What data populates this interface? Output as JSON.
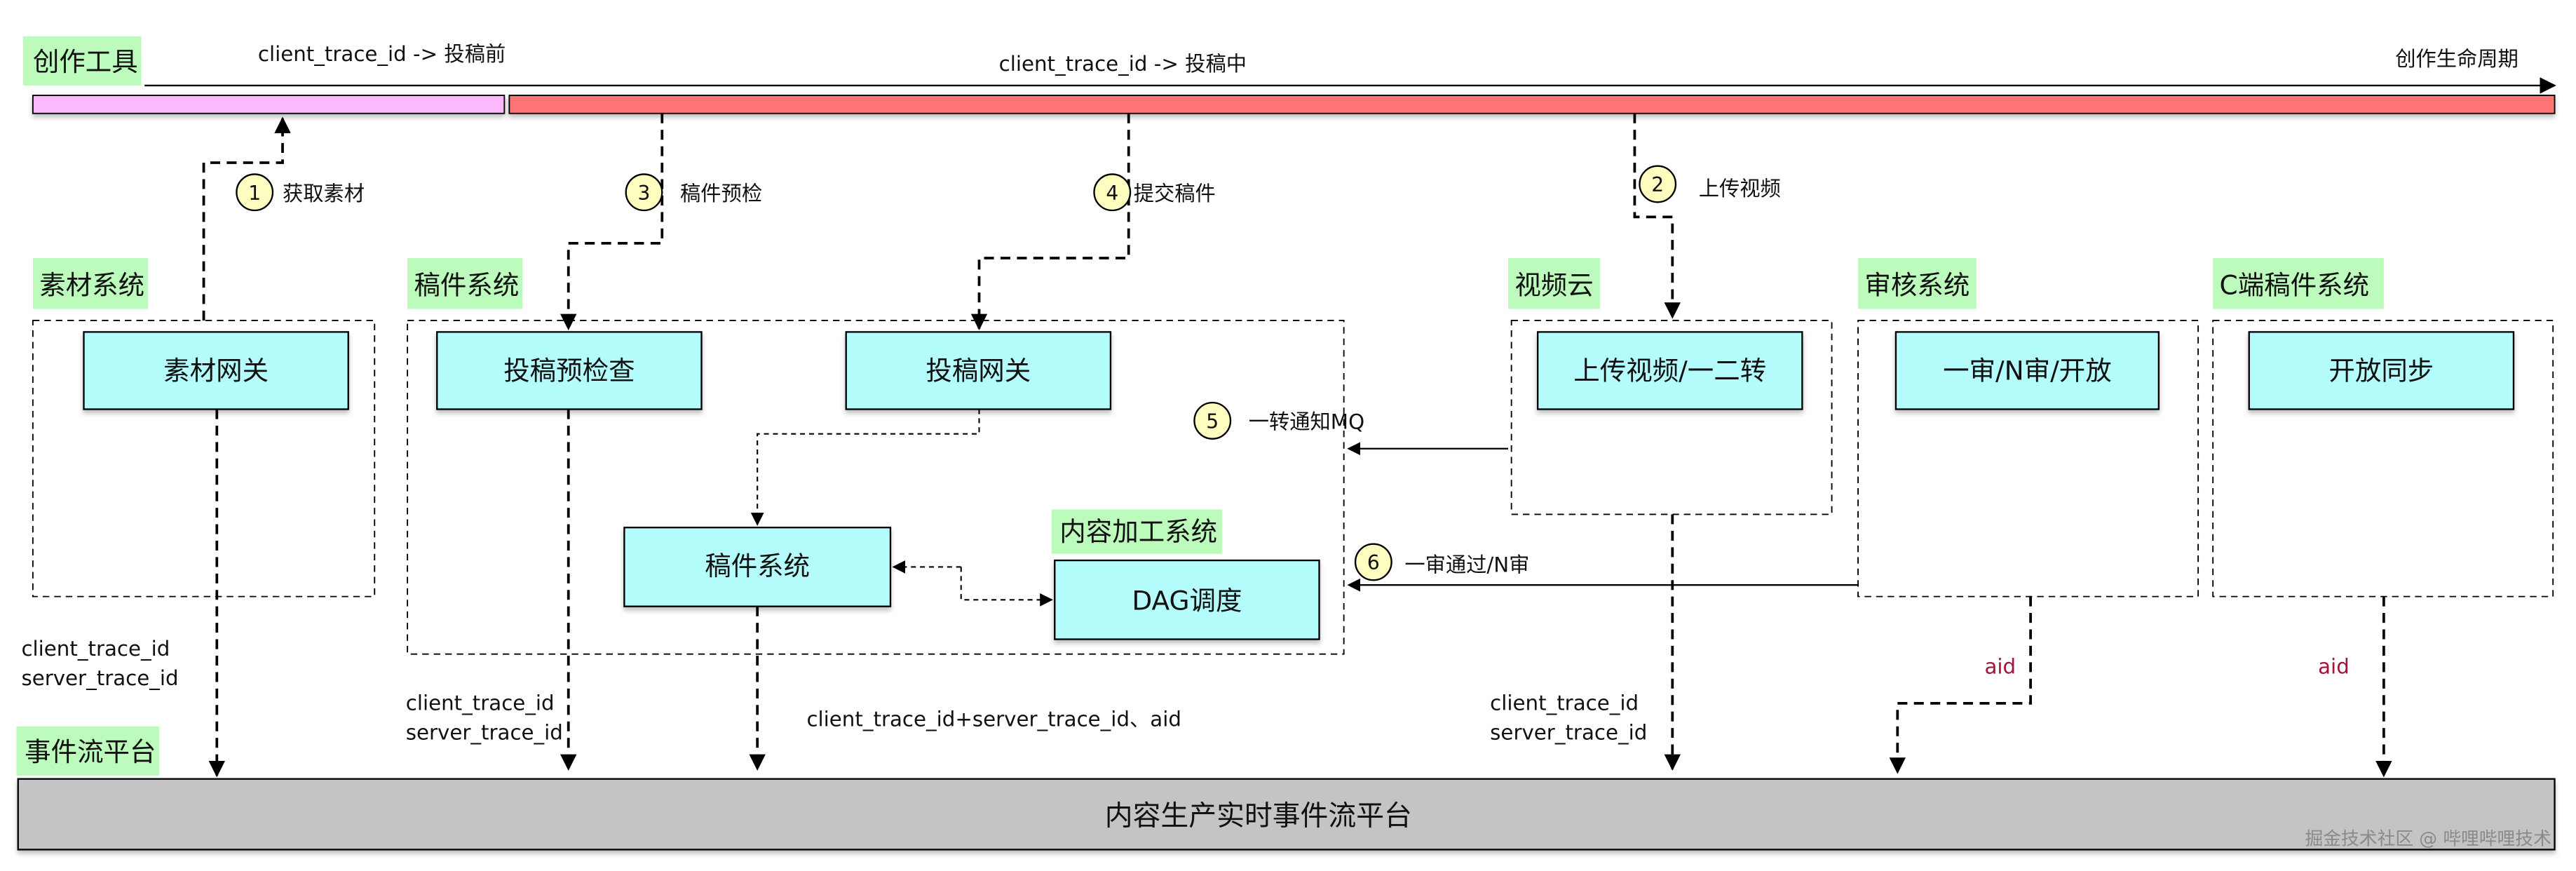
{
  "timeline": {
    "title": "创作工具",
    "lifecycle_label": "创作生命周期",
    "phase_before": "client_trace_id -> 投稿前",
    "phase_during": "client_trace_id -> 投稿中",
    "colors": {
      "before": "#fbb9fb",
      "during": "#ff7575"
    }
  },
  "groups": {
    "material": {
      "title": "素材系统",
      "node": "素材网关"
    },
    "manuscript": {
      "title": "稿件系统",
      "nodes": [
        "投稿预检查",
        "投稿网关",
        "稿件系统"
      ]
    },
    "processing": {
      "title": "内容加工系统",
      "node": "DAG调度"
    },
    "video_cloud": {
      "title": "视频云",
      "node": "上传视频/一二转"
    },
    "review": {
      "title": "审核系统",
      "node": "一审/N审/开放"
    },
    "c_side": {
      "title": "C端稿件系统",
      "node": "开放同步"
    },
    "event_stream": {
      "title": "事件流平台",
      "node": "内容生产实时事件流平台"
    }
  },
  "steps": [
    {
      "num": "1",
      "label": "获取素材"
    },
    {
      "num": "2",
      "label": "上传视频"
    },
    {
      "num": "3",
      "label": "稿件预检"
    },
    {
      "num": "4",
      "label": "提交稿件"
    },
    {
      "num": "5",
      "label": "一转通知MQ"
    },
    {
      "num": "6",
      "label": "一审通过/N审"
    }
  ],
  "flow_labels": {
    "material_client": "client_trace_id",
    "material_server": "server_trace_id",
    "precheck_client": "client_trace_id",
    "precheck_server": "server_trace_id",
    "manuscript_combined": "client_trace_id+server_trace_id、aid",
    "video_client": "client_trace_id",
    "video_server": "server_trace_id",
    "review_aid": "aid",
    "cside_aid": "aid"
  },
  "watermark": "掘金技术社区 @ 哔哩哔哩技术",
  "colors": {
    "label_bg": "#bcfbbc",
    "node_bg": "#b5fdfd",
    "platform_bg": "#c4c4c4",
    "step_circle": "#fdfdc0",
    "aid_text": "#a3133a"
  }
}
